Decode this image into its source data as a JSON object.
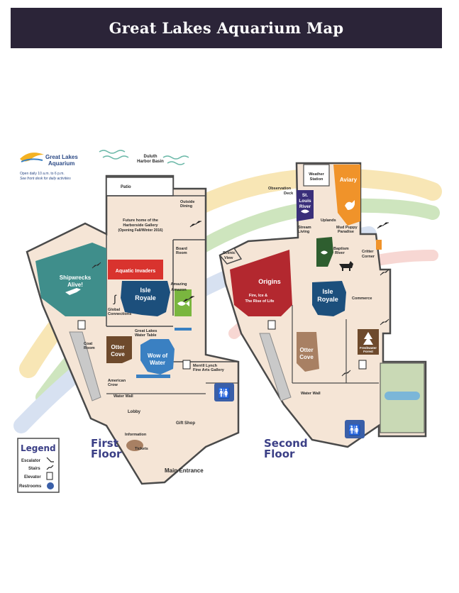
{
  "title": "Great Lakes Aquarium Map",
  "logo": {
    "name_line1": "Great Lakes",
    "name_line2": "Aquarium",
    "hours": "Open daily 10 a.m. to 6 p.m.",
    "note": "See front desk for daily activities"
  },
  "first_floor": {
    "label_line1": "First",
    "label_line2": "Floor",
    "harbor_line1": "Duluth",
    "harbor_line2": "Harbor Basin",
    "patio": "Patio",
    "outside_dining_line1": "Outside",
    "outside_dining_line2": "Dining",
    "future_line1": "Future home of the",
    "future_line2": "Harborside Gallery",
    "future_line3": "(Opening Fall/Winter 2016)",
    "board_line1": "Board",
    "board_line2": "Room",
    "shipwrecks_line1": "Shipwrecks",
    "shipwrecks_line2": "Alive!",
    "aquatic_invaders": "Aquatic Invaders",
    "isle_line1": "Isle",
    "isle_line2": "Royale",
    "amazing_line1": "Amazing",
    "amazing_line2": "Amazon",
    "global_line1": "Global",
    "global_line2": "Connections",
    "coat_line1": "Coat",
    "coat_line2": "Room",
    "water_table_line1": "Great Lakes",
    "water_table_line2": "Water Table",
    "otter_line1": "Otter",
    "otter_line2": "Cove",
    "wow_line1": "Wow of",
    "wow_line2": "Water",
    "merrill_line1": "Merrill Lynch",
    "merrill_line2": "Fine Arts Gallery",
    "crow_line1": "American",
    "crow_line2": "Crow",
    "water_wall": "Water Wall",
    "lobby": "Lobby",
    "gift_shop": "Gift Shop",
    "information": "Information",
    "tickets": "Tickets",
    "main_entrance": "Main Entrance"
  },
  "second_floor": {
    "label_line1": "Second",
    "label_line2": "Floor",
    "weather_line1": "Weather",
    "weather_line2": "Station",
    "aviary": "Aviary",
    "observation_line1": "Observation",
    "observation_line2": "Deck",
    "stlouis_line1": "St.",
    "stlouis_line2": "Louis",
    "stlouis_line3": "River",
    "uplands": "Uplands",
    "stream_line1": "Stream",
    "stream_line2": "Living",
    "mudpuppy_line1": "Mud Puppy",
    "mudpuppy_line2": "Paradise",
    "scenic_line1": "Scenic",
    "scenic_line2": "View",
    "baptism_line1": "Baptism",
    "baptism_line2": "River",
    "critter_line1": "Critter",
    "critter_line2": "Corner",
    "origins": "Origins",
    "origins_sub1": "Fire, Ice &",
    "origins_sub2": "The Rise of Life",
    "isle_line1": "Isle",
    "isle_line2": "Royale",
    "commerce": "Commerce",
    "otter_line1": "Otter",
    "otter_line2": "Cove",
    "freshwater_line1": "Freshwater",
    "freshwater_line2": "Forest",
    "water_wall": "Water Wall"
  },
  "legend": {
    "title": "Legend",
    "escalator": "Escalator",
    "stairs": "Stairs",
    "elevator": "Elevator",
    "restrooms": "Restrooms"
  },
  "colors": {
    "title_bg": "#2b2438",
    "floor_fill": "#f5e5d6",
    "wall": "#4a4a4a",
    "teal": "#3f8e8b",
    "red": "#d9332e",
    "navy": "#1c4f7c",
    "green": "#7ab63f",
    "brown": "#6e4a2c",
    "purple": "#3a2f7a",
    "orange": "#f0932a",
    "dark_green": "#2e5e2f",
    "crimson": "#b3282f",
    "tan": "#a88063",
    "sage": "#c9d9b5",
    "blue_label": "#3b3f86"
  },
  "icons": [
    "logo-fish-icon",
    "diver-icon",
    "seahorse-icon",
    "fish-icon",
    "bird-icon",
    "moose-icon",
    "tree-icon",
    "elevator-icon",
    "restroom-icon",
    "escalator-icon",
    "stairs-icon",
    "wave-icon"
  ]
}
